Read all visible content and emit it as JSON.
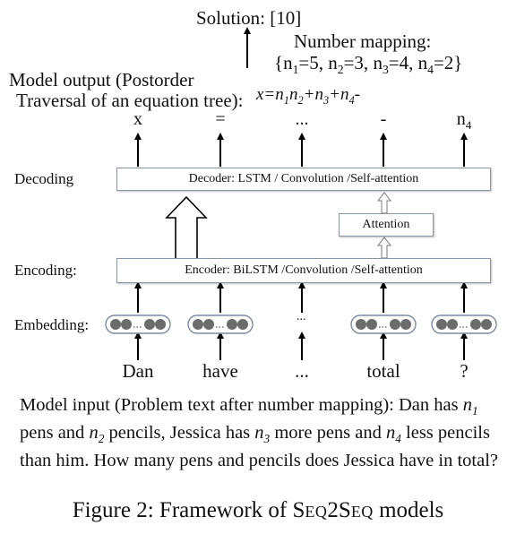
{
  "top": {
    "solution": "Solution: [10]",
    "mapping_title": "Number mapping:",
    "mapping_open": "{",
    "mapping_items": [
      {
        "var": "n",
        "sub": "1",
        "val": "=5, "
      },
      {
        "var": "n",
        "sub": "2",
        "val": "=3, "
      },
      {
        "var": "n",
        "sub": "3",
        "val": "=4, "
      },
      {
        "var": "n",
        "sub": "4",
        "val": "=2}"
      }
    ],
    "model_output_line1": "Model output (Postorder",
    "model_output_line2": "Traversal of an equation tree):",
    "equation": {
      "prefix": "x=",
      "parts": [
        {
          "v": "n",
          "s": "1"
        },
        {
          "v": "n",
          "s": "2"
        },
        {
          "op": "+"
        },
        {
          "v": "n",
          "s": "3"
        },
        {
          "op": "+"
        },
        {
          "v": "n",
          "s": "4"
        },
        {
          "op": "-"
        }
      ]
    }
  },
  "output_tokens": [
    {
      "text": "x"
    },
    {
      "text": "="
    },
    {
      "text": "..."
    },
    {
      "text": "-"
    },
    {
      "text": "n",
      "sub": "4"
    }
  ],
  "layers": {
    "decoding_label": "Decoding",
    "decoder_box": "Decoder: LSTM / Convolution /Self-attention",
    "attention_box": "Attention",
    "encoding_label": "Encoding:",
    "encoder_box": "Encoder: BiLSTM /Convolution /Self-attention",
    "embedding_label": "Embedding:",
    "embedding_ellipsis": "..."
  },
  "input_tokens": [
    "Dan",
    "have",
    "...",
    "total",
    "?"
  ],
  "model_input": {
    "lead": "Model input (Problem text after number mapping): Dan has ",
    "segments": [
      {
        "t": "Model input (Problem text after number mapping): Dan has "
      },
      {
        "v": "n",
        "s": "1"
      },
      {
        "t": " pens and "
      },
      {
        "v": "n",
        "s": "2"
      },
      {
        "t": " pencils, Jessica has "
      },
      {
        "v": "n",
        "s": "3"
      },
      {
        "t": " more pens and "
      },
      {
        "v": "n",
        "s": "4"
      },
      {
        "t": " less pencils than him. How many pens and pencils does Jessica have in total?"
      }
    ]
  },
  "caption": {
    "prefix": "Figure 2: Framework of ",
    "s1": "S",
    "eq": "EQ",
    "two": "2",
    "s2": "S",
    "eq2": "EQ",
    "suffix": " models"
  }
}
